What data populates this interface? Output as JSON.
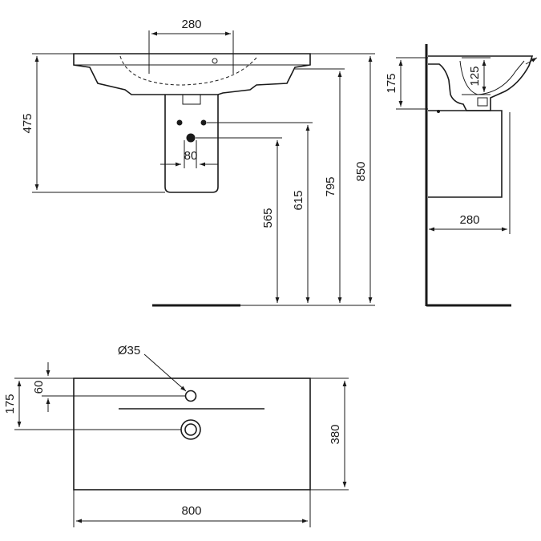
{
  "front_view": {
    "dim_tap_spacing": "280",
    "dim_basin_height": "475",
    "dim_waste_spacing": "80",
    "dim_565": "565",
    "dim_615": "615",
    "dim_795": "795",
    "dim_850": "850"
  },
  "side_view": {
    "dim_175": "175",
    "dim_125": "125",
    "dim_depth": "280"
  },
  "plan_view": {
    "dim_tap_hole": "Ø35",
    "dim_60": "60",
    "dim_175": "175",
    "dim_depth": "380",
    "dim_width": "800"
  }
}
